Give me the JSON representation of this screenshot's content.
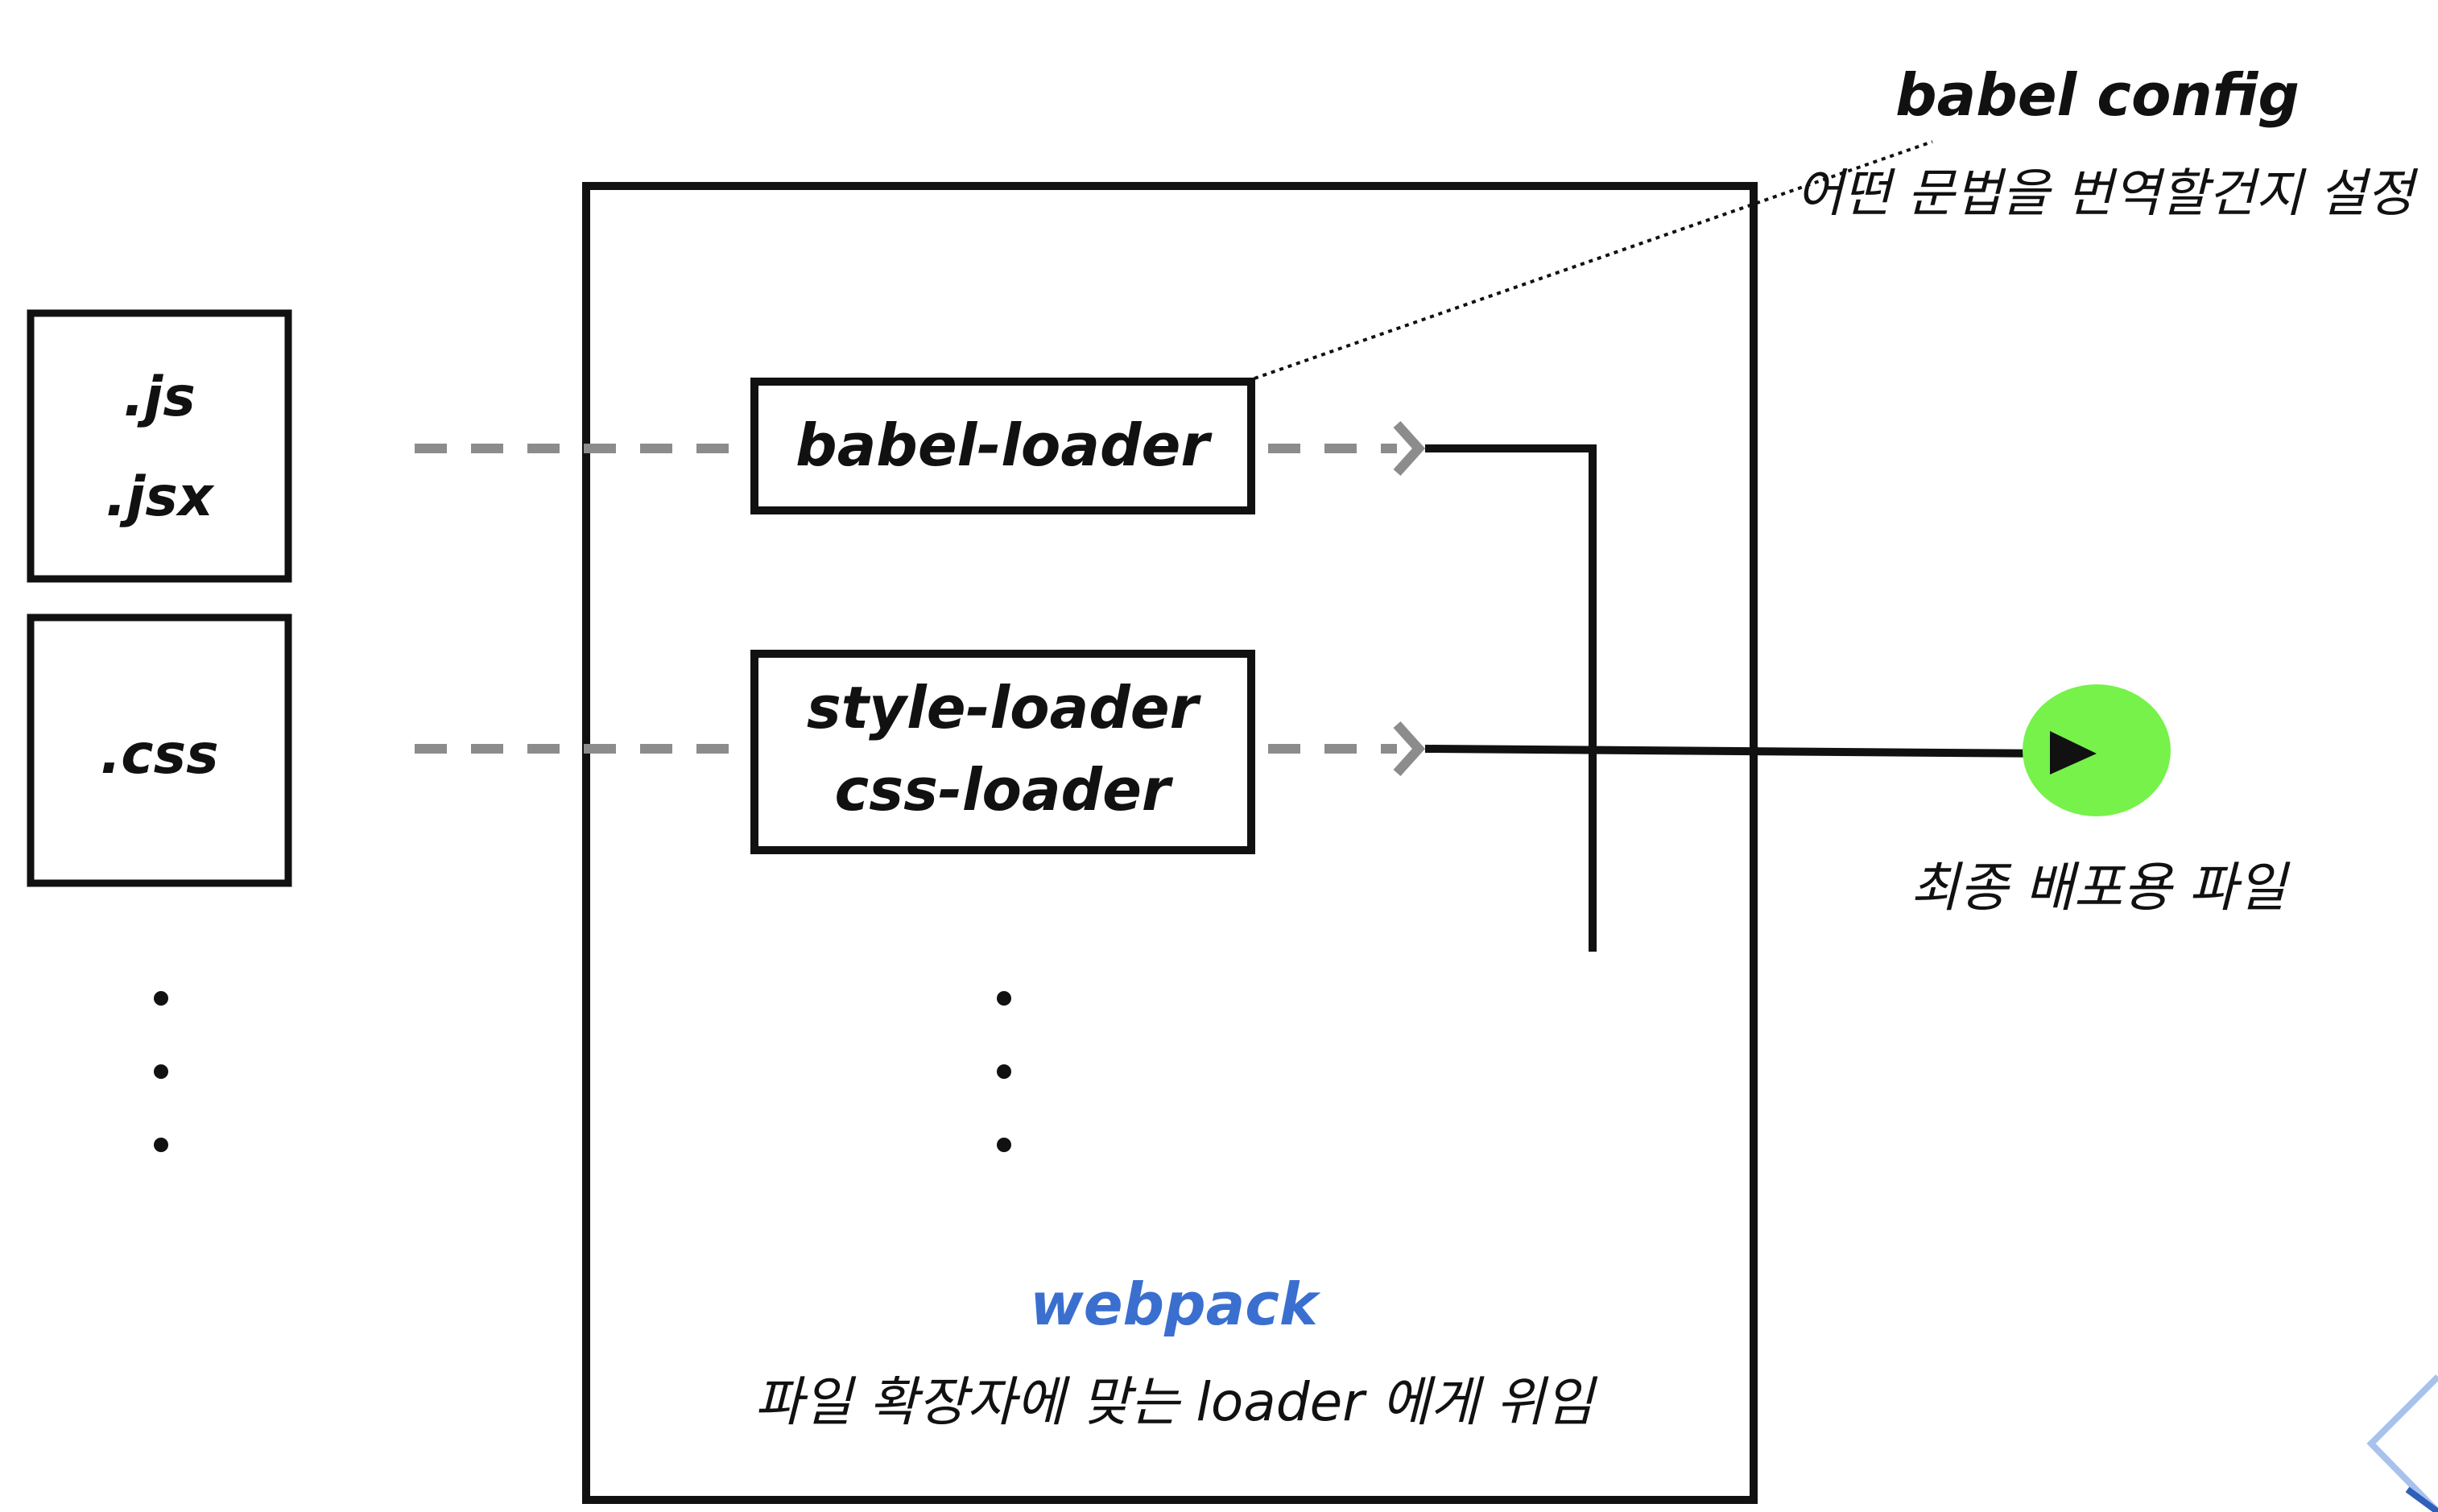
{
  "inputs": {
    "js_line1": ".js",
    "js_line2": ".jsx",
    "css": ".css"
  },
  "loaders": {
    "babel": "babel-loader",
    "style": "style-loader",
    "css": "css-loader"
  },
  "webpack": {
    "title": "webpack",
    "description": "파일 확장자에 맞는 loader 에게 위임"
  },
  "babel_config": {
    "title": "babel config",
    "description": "어떤 문법을 번역할건지 설정"
  },
  "output": {
    "label": "최종 배포용 파일"
  },
  "colors": {
    "stroke": "#111111",
    "dashed": "#8c8c8c",
    "webpack_title": "#3a6fd0",
    "output_dot": "#76f24a",
    "corner_accent": "#7aa3e0"
  }
}
